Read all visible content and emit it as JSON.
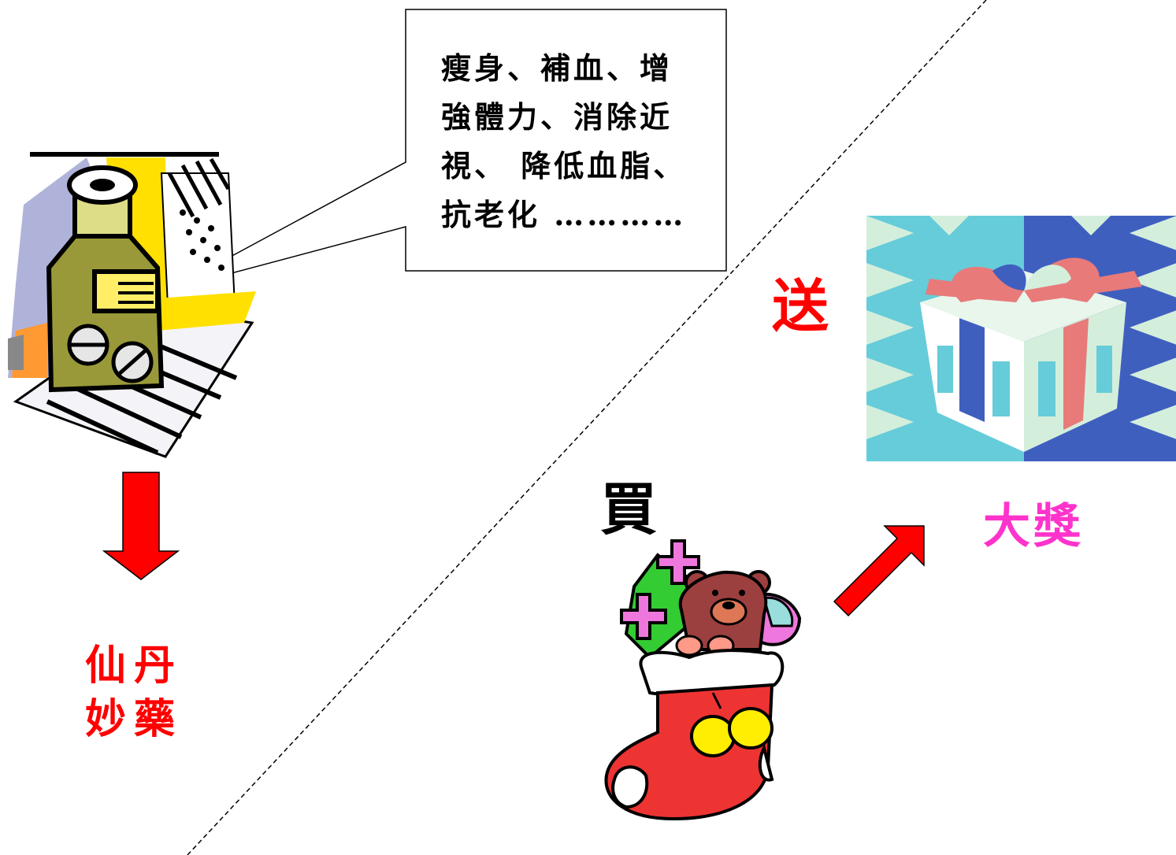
{
  "callout": {
    "lines": [
      "瘦身、補血、增",
      "強體力、消除近",
      "視、 降低血脂、",
      "抗老化 …………"
    ]
  },
  "labels": {
    "elixir_line1": "仙丹",
    "elixir_line2": "妙藥",
    "give": "送",
    "buy": "買",
    "prize": "大獎"
  },
  "colors": {
    "arrow": "#ff0000",
    "label_red": "#ff0000",
    "label_pink": "#ff33cc",
    "gift_teal": "#66ccd9",
    "gift_blue": "#3f5fbf",
    "ribbon": "#e87a7a"
  },
  "icons": {
    "medicine": "medicine-bottle-icon",
    "gift": "gift-box-icon",
    "stocking": "christmas-stocking-icon"
  }
}
